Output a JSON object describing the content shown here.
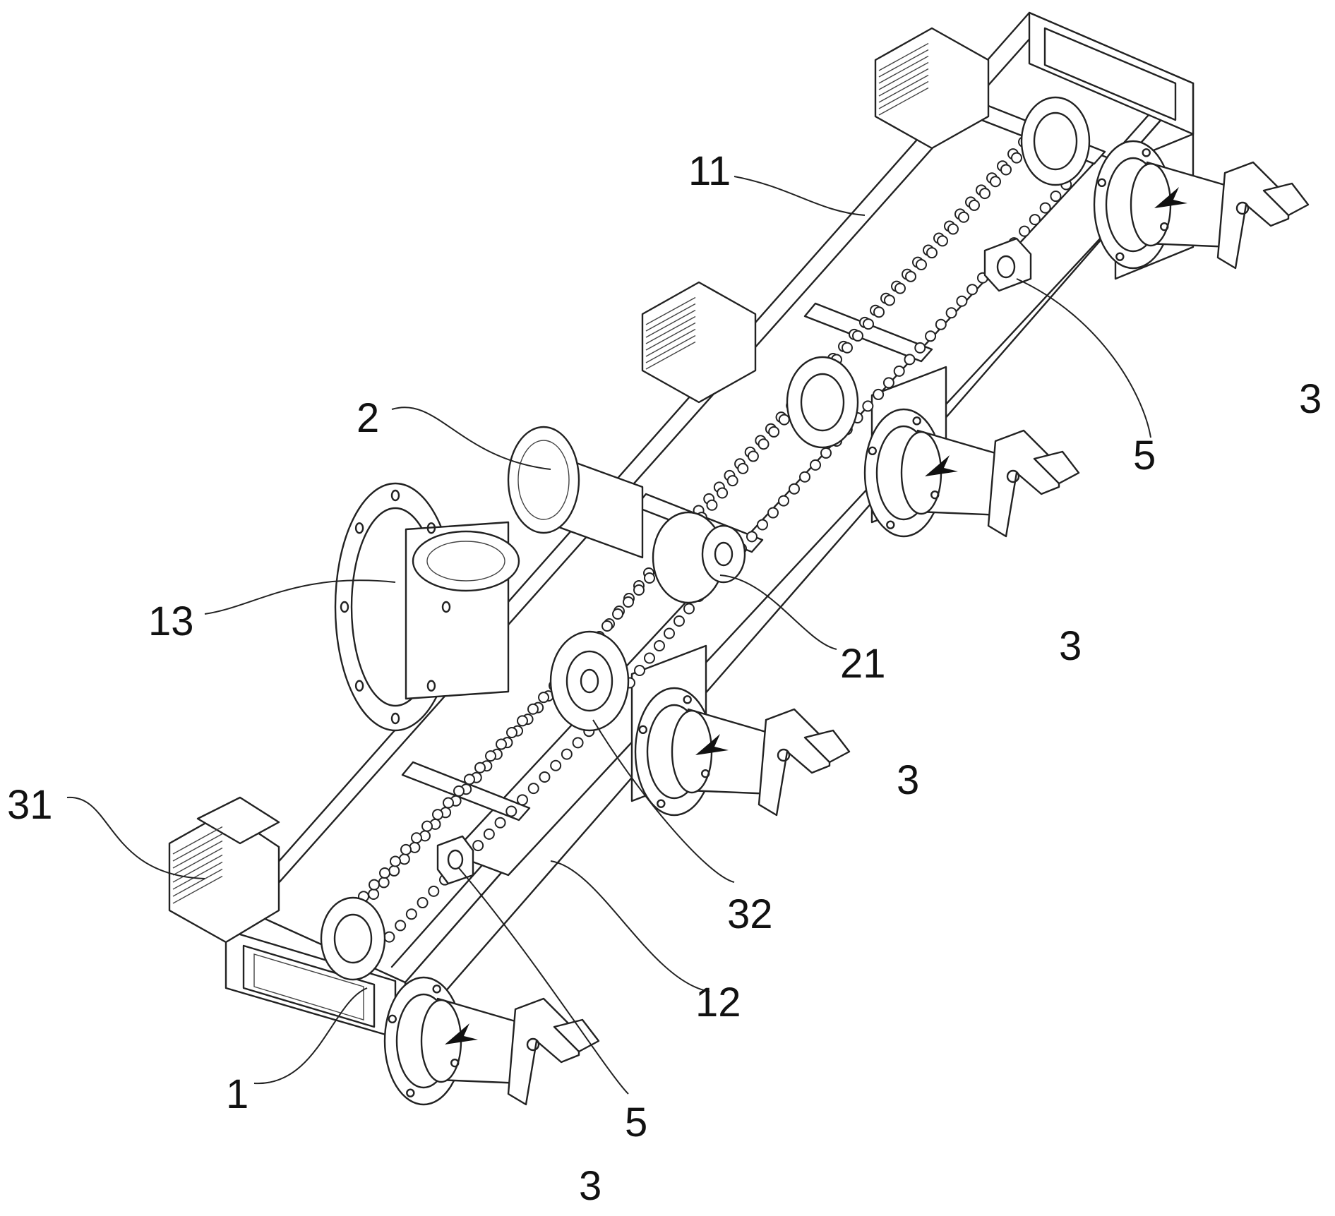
{
  "figure": {
    "labels": {
      "main_frame": "1",
      "upper_rail": "11",
      "lower_rail": "12",
      "mount_flange": "13",
      "drive_motor": "2",
      "drive_sprocket": "21",
      "tool_head_a": "3",
      "tool_head_b": "3",
      "tool_head_c": "3",
      "tool_head_d": "3",
      "gear_motor": "31",
      "chain_sprocket": "32",
      "tensioner_a": "5",
      "tensioner_b": "5"
    }
  }
}
